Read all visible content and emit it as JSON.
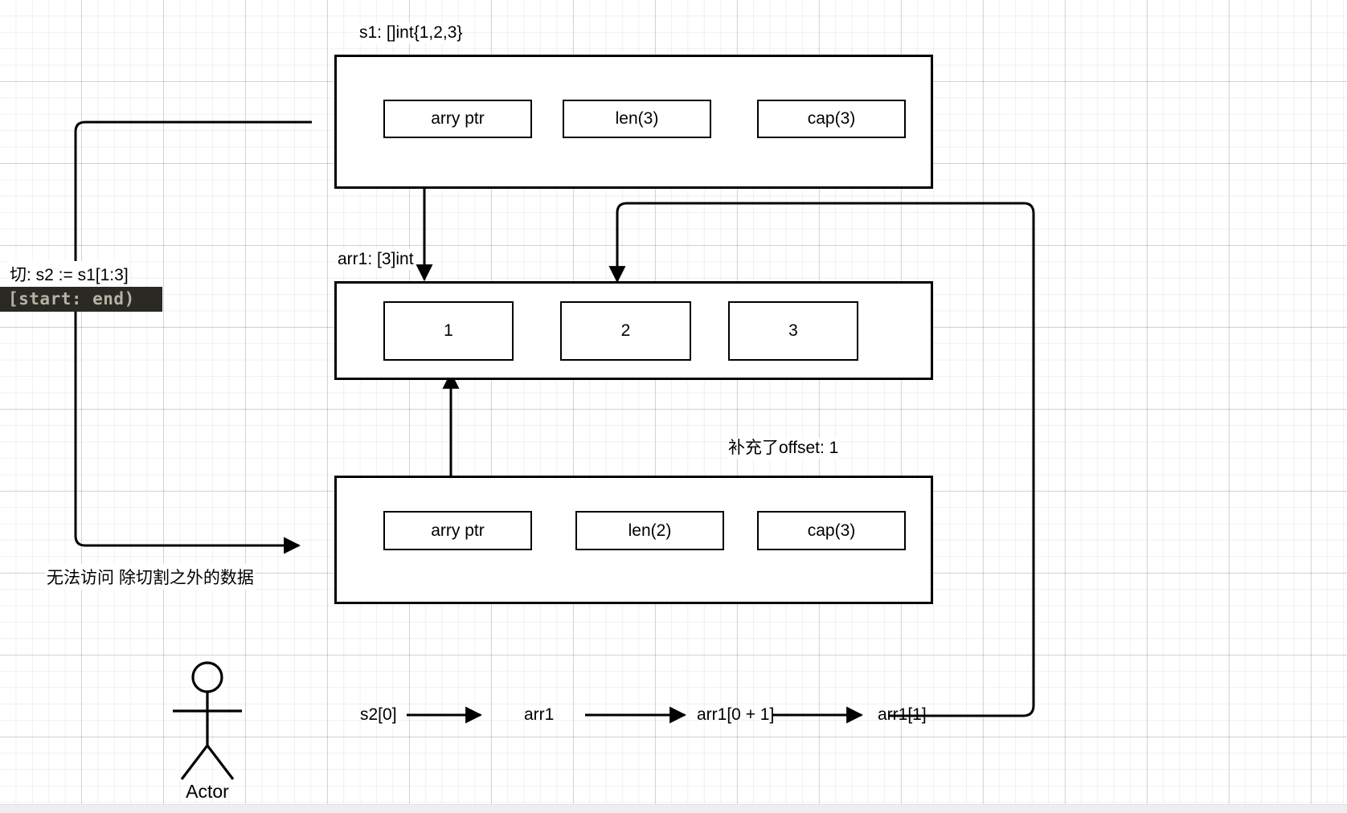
{
  "diagram": {
    "title_s1": "s1: []int{1,2,3}",
    "title_arr1": "arr1: [3]int",
    "title_offset": "补充了offset: 1",
    "note_slice": "切:  s2 := s1[1:3]",
    "note_range": "[start: end)",
    "note_noaccess": "无法访问 除切割之外的数据",
    "colors": {
      "stroke": "#000000",
      "fill": "#ffffff",
      "grid": "#d9d9d9",
      "code_bg": "#2b2924",
      "code_fg": "#b7b2a6"
    }
  },
  "s1_struct": {
    "fields": [
      {
        "label": "arry ptr"
      },
      {
        "label": "len(3)"
      },
      {
        "label": "cap(3)"
      }
    ]
  },
  "arr1_struct": {
    "cells": [
      {
        "label": "1"
      },
      {
        "label": "2"
      },
      {
        "label": "3"
      }
    ]
  },
  "s2_struct": {
    "fields": [
      {
        "label": "arry ptr"
      },
      {
        "label": "len(2)"
      },
      {
        "label": "cap(3)"
      }
    ]
  },
  "flow": {
    "steps": [
      {
        "label": "s2[0]"
      },
      {
        "label": "arr1"
      },
      {
        "label": "arr1[0 + 1]"
      },
      {
        "label": "arr1[1]"
      }
    ]
  },
  "actor": {
    "label": "Actor"
  }
}
